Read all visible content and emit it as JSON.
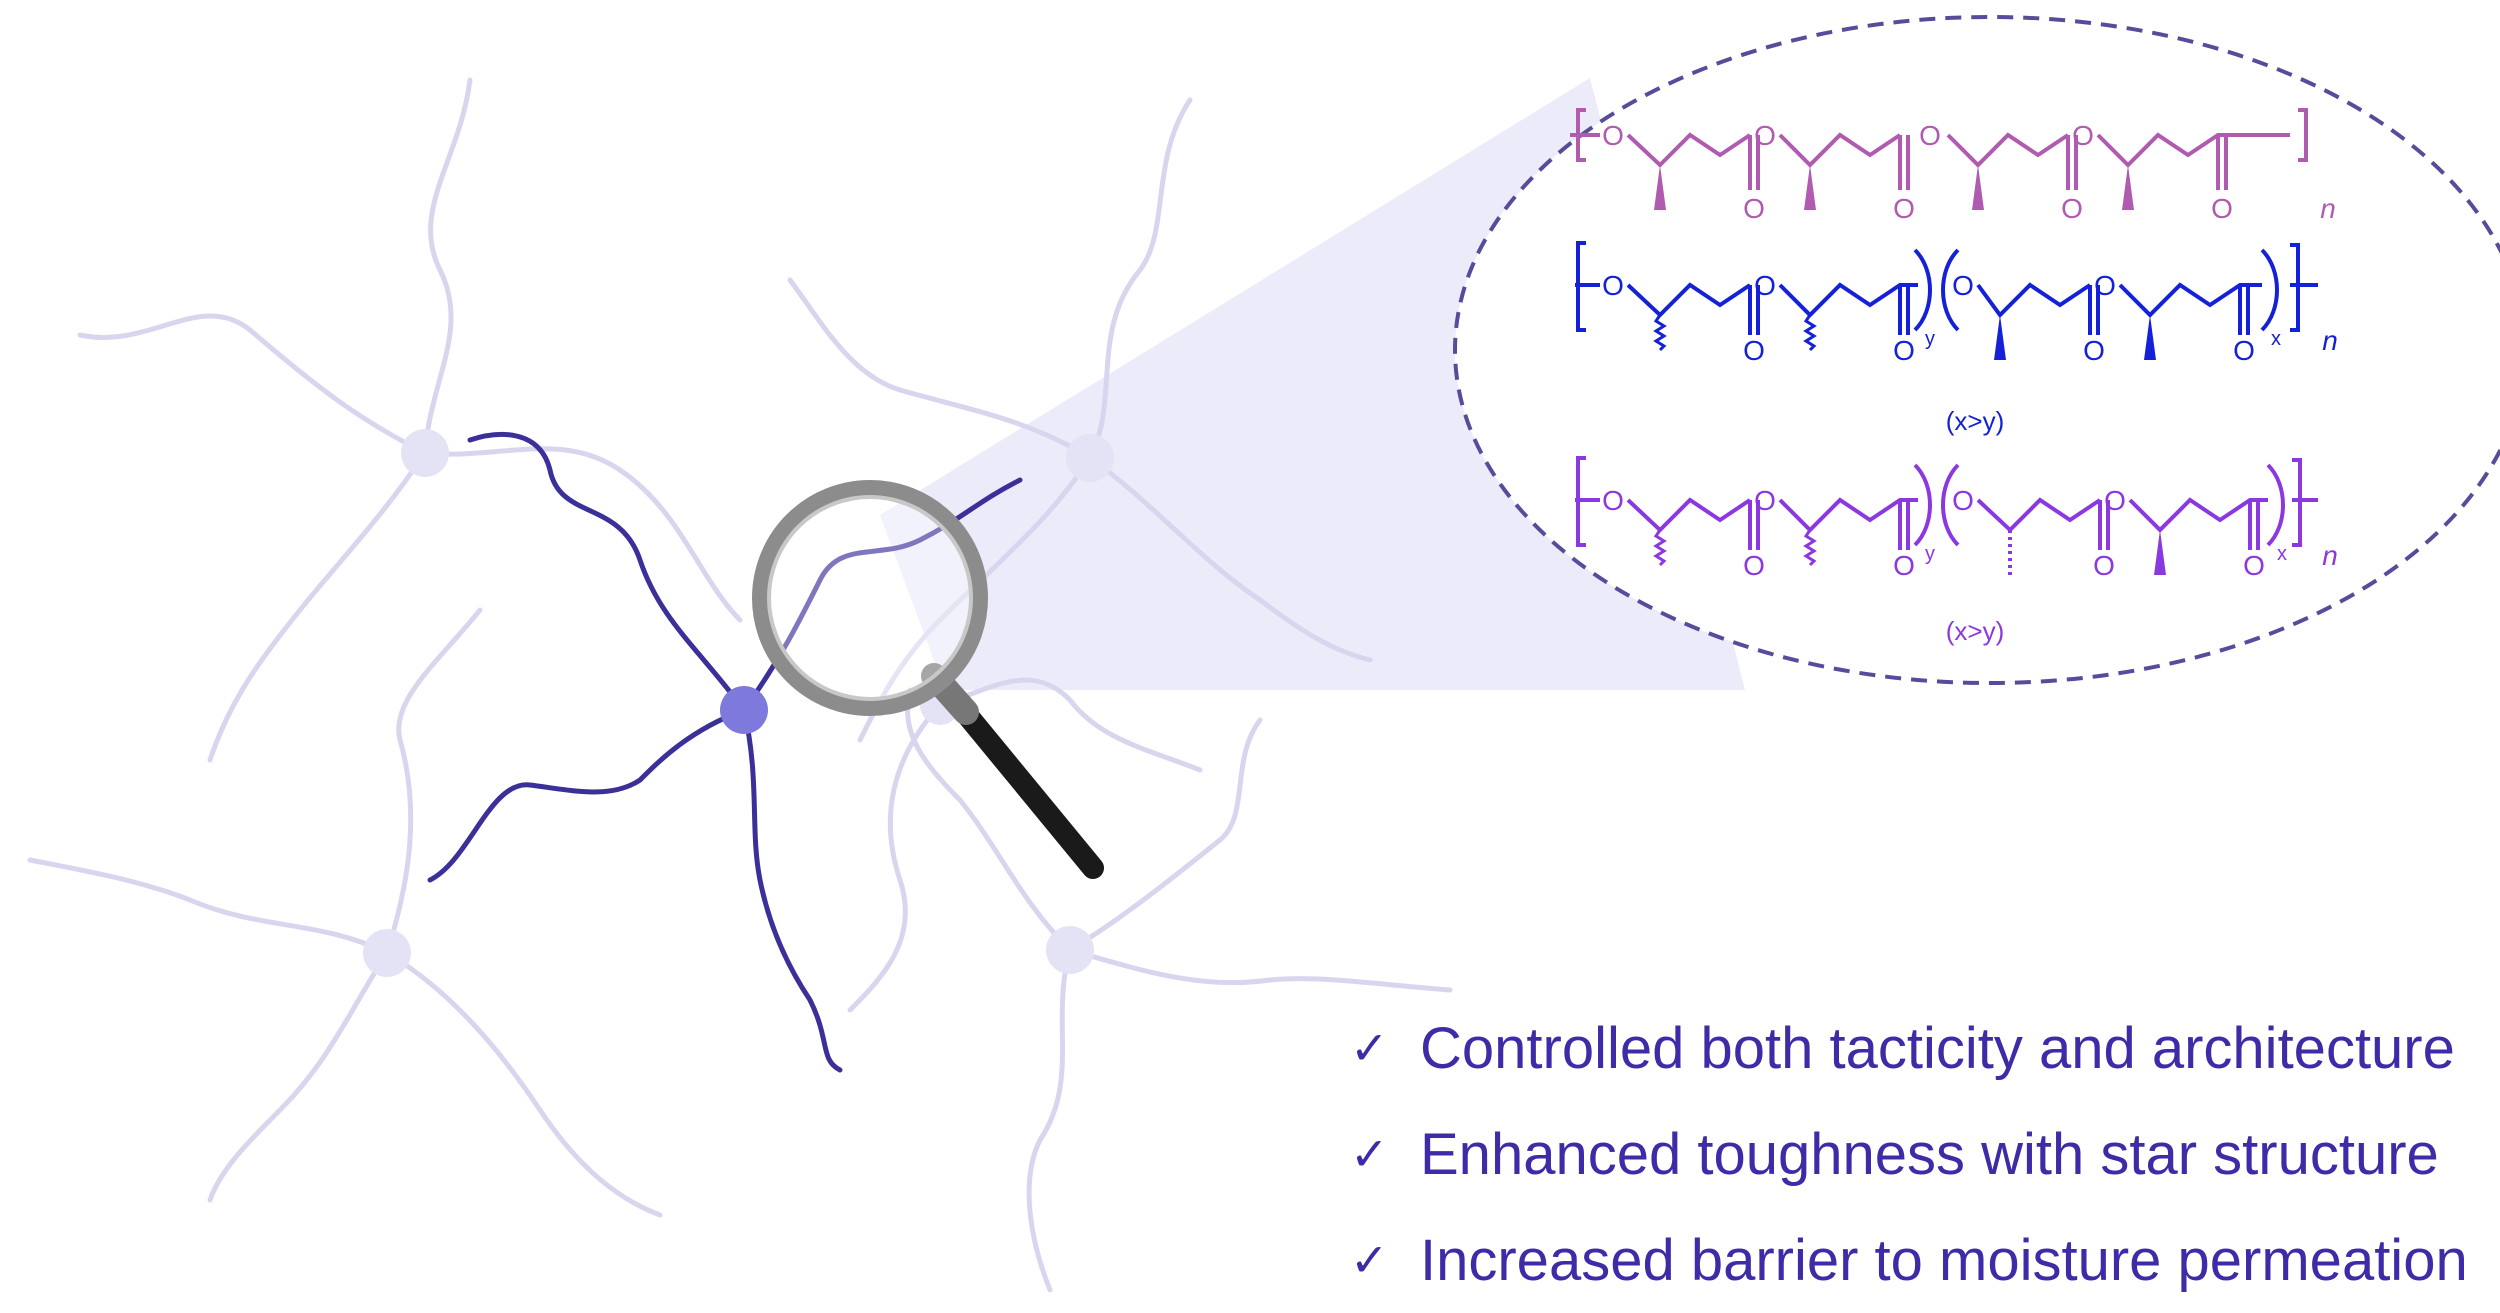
{
  "colors": {
    "arm_light": "#d8d6ee",
    "core_light": "#e4e3f5",
    "arm_dark": "#3b2f9a",
    "core_dark": "#7e79dc",
    "beam": "#ecebfa",
    "bubble_border": "#564c9b",
    "chain_pink": "#b05bb0",
    "chain_blue": "#1421d8",
    "chain_violet": "#8c38e0",
    "text": "#3d2ba8"
  },
  "icons": [
    "magnifier-icon",
    "check-icon"
  ],
  "structures": [
    {
      "type": "homopolymer",
      "color": "#b05bb0",
      "oxygen_label": "O",
      "subscript": "n"
    },
    {
      "type": "copolymer",
      "color": "#1421d8",
      "oxygen_label": "O",
      "block_labels": [
        "y",
        "x"
      ],
      "subscript": "n",
      "note": "(x>y)"
    },
    {
      "type": "copolymer",
      "color": "#8c38e0",
      "oxygen_label": "O",
      "block_labels": [
        "y",
        "x"
      ],
      "subscript": "n",
      "note": "(x>y)"
    }
  ],
  "benefits": [
    {
      "mark": "✓",
      "text": "Controlled both tacticity and architecture"
    },
    {
      "mark": "✓",
      "text": "Enhanced toughness with star structure"
    },
    {
      "mark": "✓",
      "text": "Increased barrier to moisture permeation"
    }
  ]
}
